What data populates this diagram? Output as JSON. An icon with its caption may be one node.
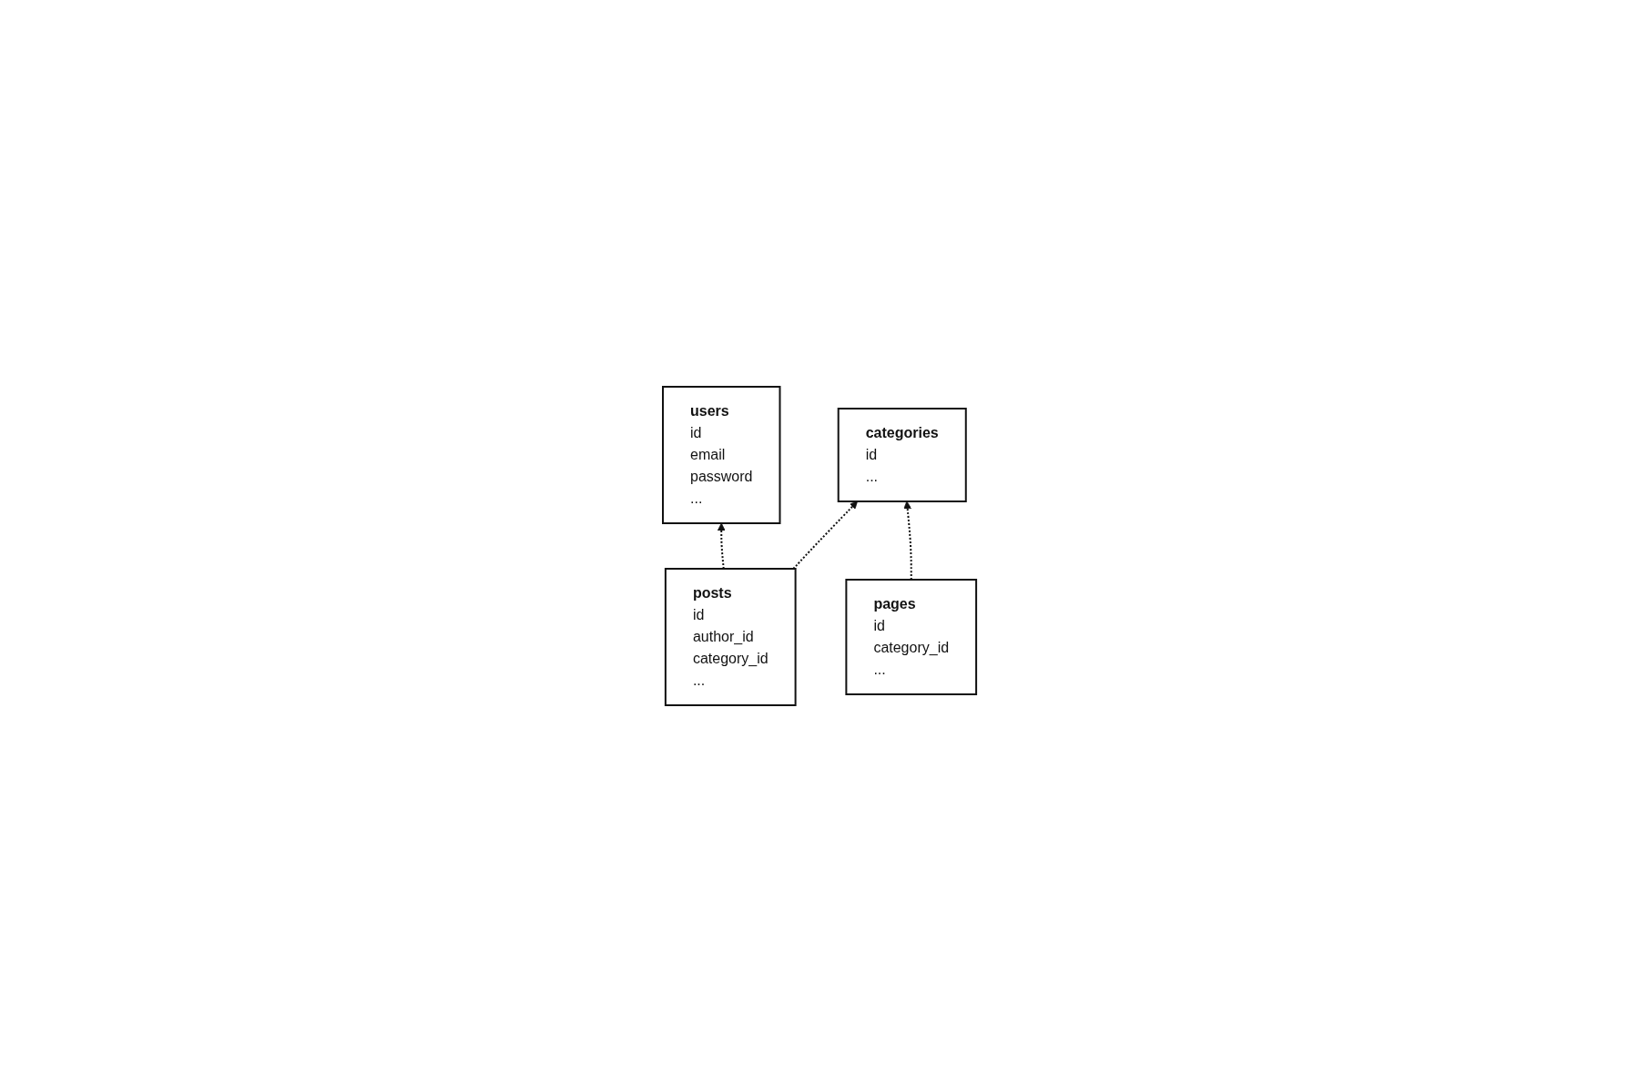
{
  "diagram": {
    "nodes": [
      {
        "text": [
          "users",
          "id",
          "email",
          "password",
          "..."
        ]
      },
      {
        "text": [
          "categories",
          "id",
          "..."
        ]
      },
      {
        "text": [
          "posts",
          "id",
          "author_id",
          "category_id",
          "..."
        ]
      },
      {
        "text": [
          "pages",
          "id",
          "category_id",
          "..."
        ]
      }
    ],
    "edges": [
      {
        "from": 2,
        "to": 0,
        "arrow": "to",
        "style": "dashed"
      },
      {
        "from": 2,
        "to": 1,
        "arrow": "to",
        "style": "dashed"
      },
      {
        "from": 3,
        "to": 1,
        "arrow": "to",
        "style": "dashed"
      }
    ]
  }
}
